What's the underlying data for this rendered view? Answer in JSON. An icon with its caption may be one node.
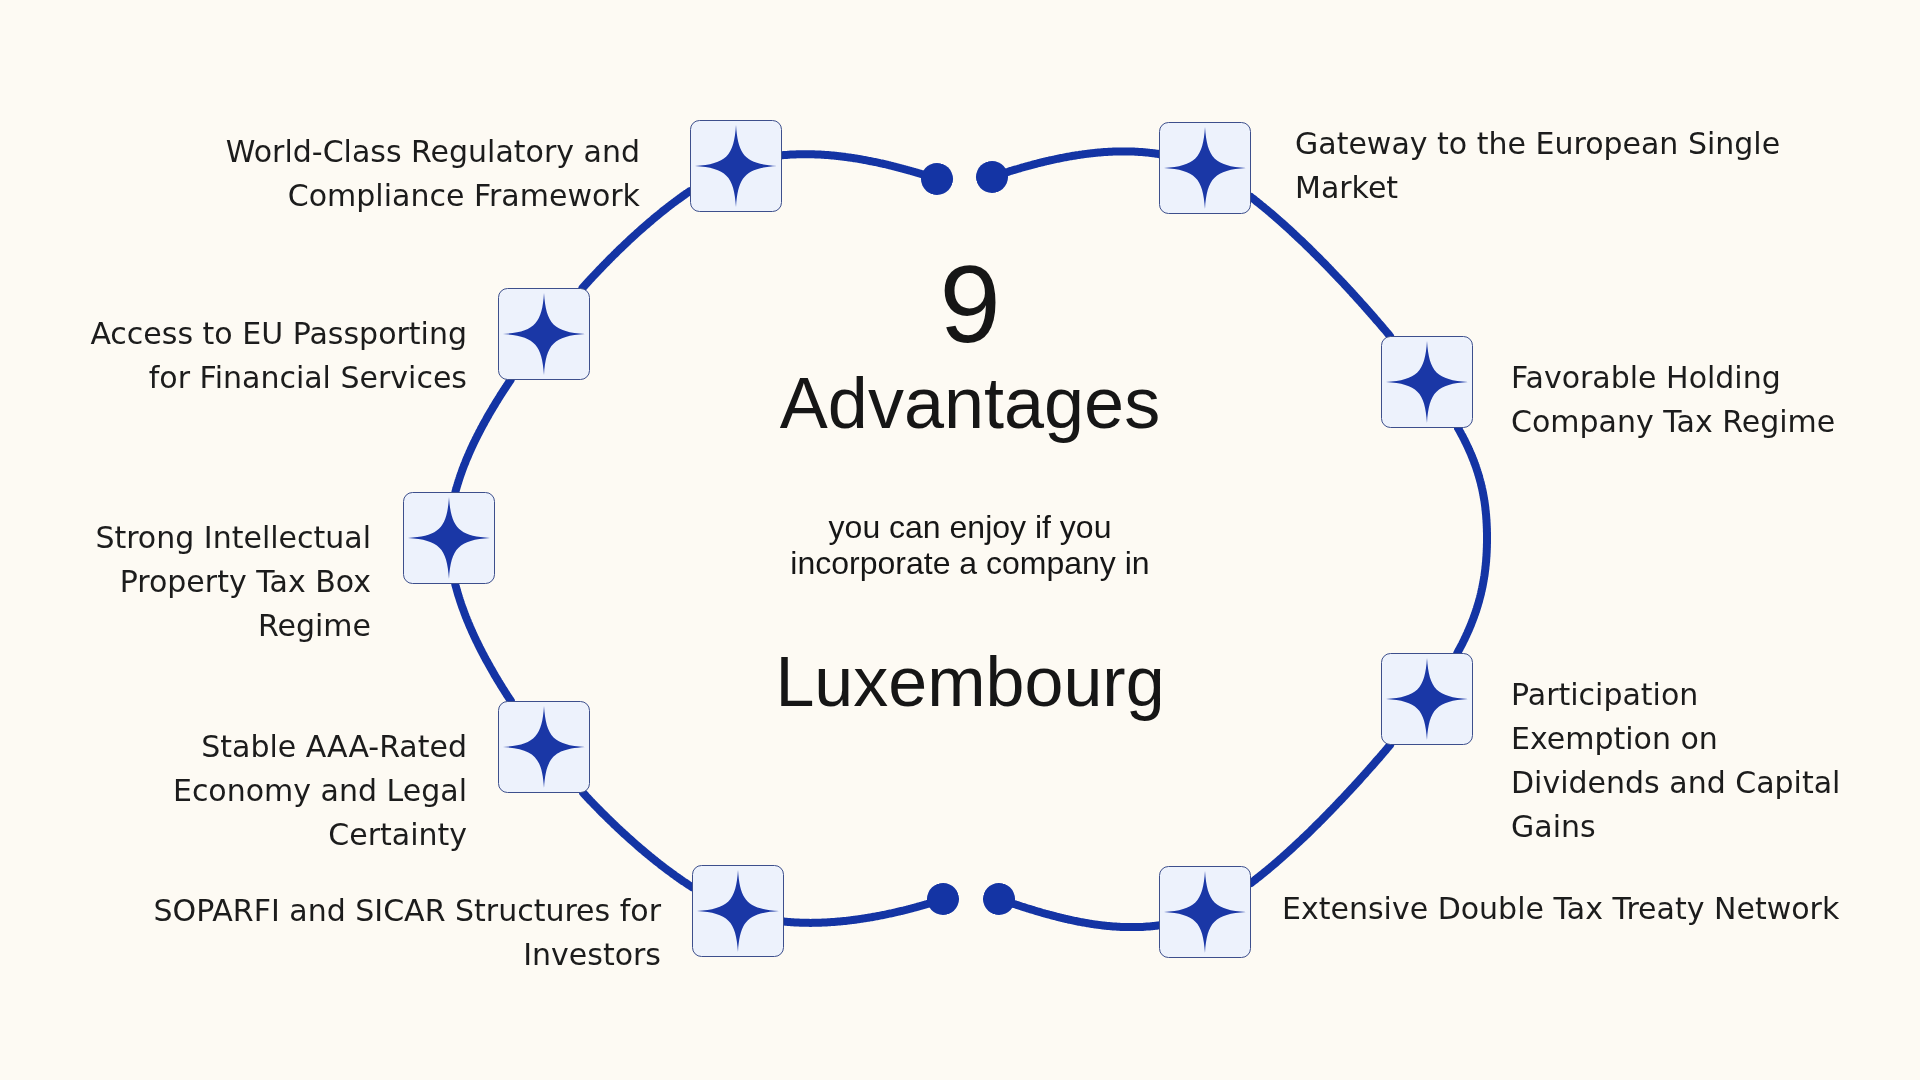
{
  "diagram": {
    "nodes": [
      {
        "text": [],
        "shape": "box",
        "beside": [
          "World-Class Regulatory and Compliance Framework"
        ]
      },
      {
        "text": [],
        "shape": "box",
        "beside": [
          "Gateway to the European Single Market"
        ]
      },
      {
        "text": [],
        "shape": "box",
        "beside": [
          "Access to EU Passporting for Financial Services"
        ]
      },
      {
        "text": [],
        "shape": "box",
        "beside": [
          "Favorable Holding Company Tax Regime"
        ]
      },
      {
        "text": [],
        "shape": "box",
        "beside": [
          "Strong Intellectual Property Tax Box Regime"
        ]
      },
      {
        "text": [],
        "shape": "box",
        "beside": [
          "Participation Exemption on Dividends and Capital Gains"
        ]
      },
      {
        "text": [],
        "shape": "box",
        "beside": [
          "Stable AAA-Rated Economy and Legal Certainty"
        ]
      },
      {
        "text": [],
        "shape": "box",
        "beside": [
          "SOPARFI and SICAR Structures for Investors"
        ]
      },
      {
        "text": [],
        "shape": "box",
        "beside": [
          "Extensive Double Tax Treaty Network"
        ]
      }
    ],
    "edges": [
      {
        "from": 0,
        "to": null,
        "arrow": "other"
      },
      {
        "from": 0,
        "to": 2,
        "arrow": "none"
      },
      {
        "from": 2,
        "to": 4,
        "arrow": "none"
      },
      {
        "from": 4,
        "to": 6,
        "arrow": "none"
      },
      {
        "from": 6,
        "to": 7,
        "arrow": "none"
      },
      {
        "from": 7,
        "to": null,
        "arrow": "other"
      },
      {
        "from": 1,
        "to": null,
        "arrow": "other"
      },
      {
        "from": 1,
        "to": 3,
        "arrow": "none"
      },
      {
        "from": 3,
        "to": 5,
        "arrow": "none"
      },
      {
        "from": 5,
        "to": 8,
        "arrow": "none"
      },
      {
        "from": 8,
        "to": null,
        "arrow": "other"
      }
    ],
    "labels": [
      "9",
      "Advantages",
      "you can enjoy if you incorporate a company in",
      "Luxembourg"
    ]
  }
}
